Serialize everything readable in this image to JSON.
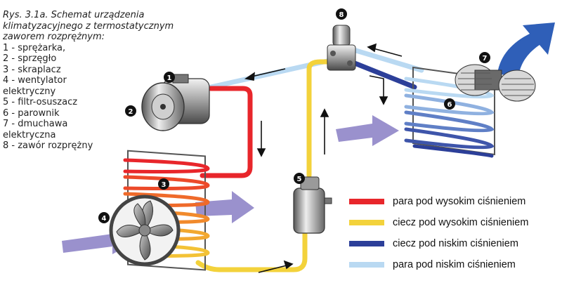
{
  "caption": {
    "lines": [
      "Rys. 3.1a. Schemat urządzenia",
      "klimatyzacyjnego z termostatycznym",
      "zaworem rozprężnym:",
      "1 - sprężarka,",
      "2 - sprzęgło",
      "3 - skraplacz",
      "4 - wentylator",
      "elektryczny",
      "5 - filtr-osuszacz",
      "6 - parownik",
      "7 - dmuchawa",
      "elektryczna",
      "8 - zawór rozprężny"
    ]
  },
  "markers": [
    "1",
    "2",
    "3",
    "4",
    "5",
    "6",
    "7",
    "8"
  ],
  "legend": [
    {
      "label": "para  pod wysokim ciśnieniem",
      "color": "#e8262b"
    },
    {
      "label": "ciecz pod wysokim ciśnieniem",
      "color": "#f3d23b"
    },
    {
      "label": "ciecz pod niskim ciśnieniem",
      "color": "#2c3f99"
    },
    {
      "label": "para pod niskim ciśnieniem",
      "color": "#b9d9f2"
    }
  ],
  "colors": {
    "high_pressure_vapor": "#e8262b",
    "high_pressure_liquid": "#f3d23b",
    "low_pressure_liquid": "#2c3f99",
    "low_pressure_vapor": "#b9d9f2",
    "air_flow_in": "#8f85c8",
    "air_flow_out": "#2f5fb8"
  }
}
